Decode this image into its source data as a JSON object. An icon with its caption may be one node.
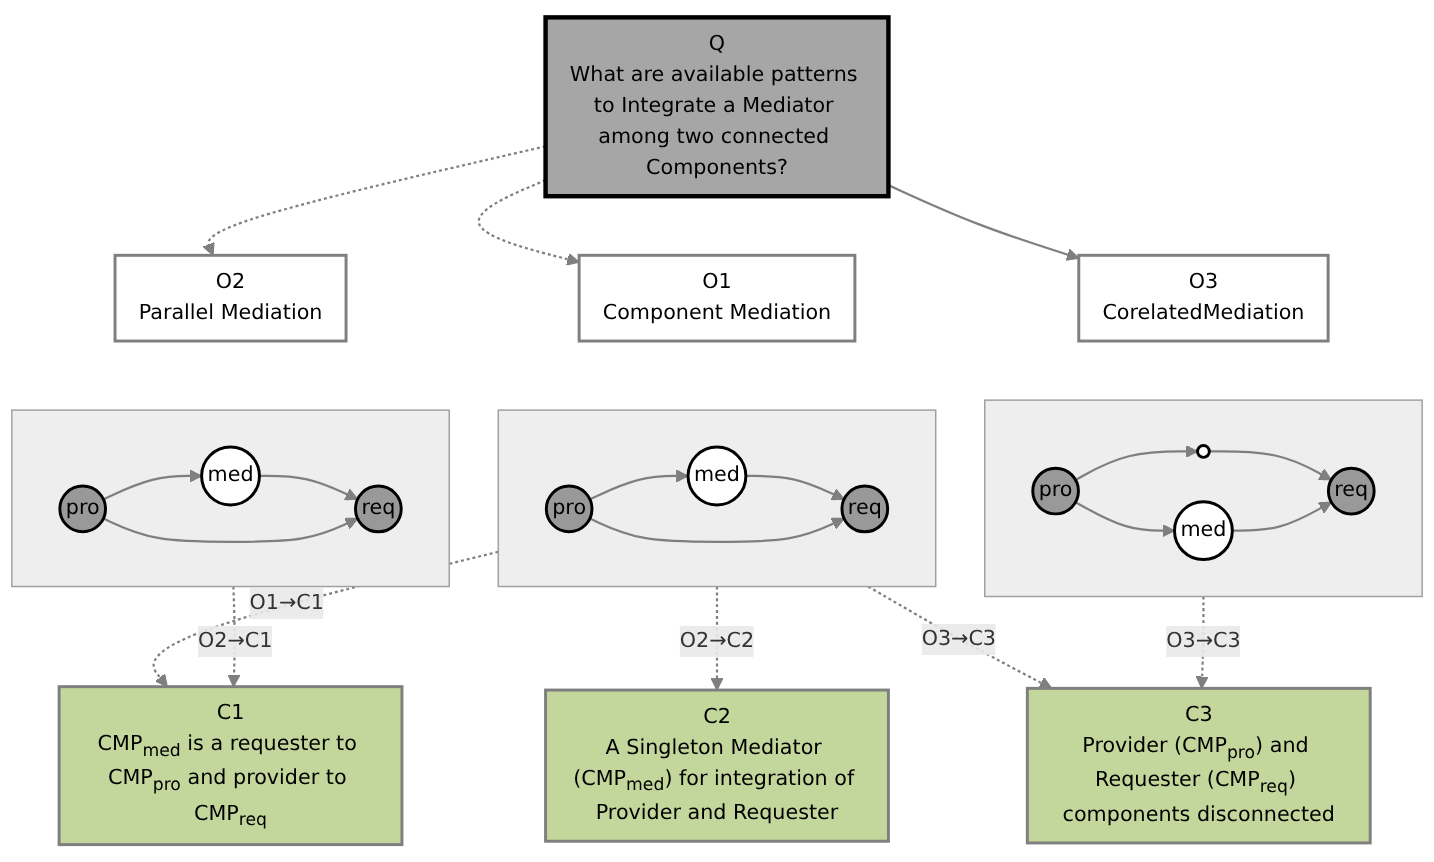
{
  "diagram": {
    "nodes": [
      {
        "text": [
          "Q",
          "What are available patterns to Integrate a Mediator among two connected Components?"
        ]
      },
      {
        "text": [
          "O1",
          "Component Mediation"
        ]
      },
      {
        "text": [],
        "shape": "box"
      },
      {
        "text": [
          "med"
        ],
        "in": 2
      },
      {
        "text": [
          "pro"
        ],
        "in": 2
      },
      {
        "text": [
          "req"
        ],
        "in": 2
      },
      {
        "text": [
          "O2",
          "Parallel Mediation"
        ]
      },
      {
        "text": [],
        "shape": "box"
      },
      {
        "text": [
          "med"
        ],
        "in": 7
      },
      {
        "text": [
          "pro"
        ],
        "in": 7
      },
      {
        "text": [
          "req"
        ],
        "in": 7
      },
      {
        "text": [
          "O3",
          "CorelatedMediation"
        ]
      },
      {
        "text": [],
        "shape": "box"
      },
      {
        "text": [
          "pro"
        ],
        "in": 12
      },
      {
        "text": [],
        "shape": "circle",
        "in": 12
      },
      {
        "text": [
          "med"
        ],
        "in": 12
      },
      {
        "text": [
          "req"
        ],
        "in": 12
      },
      {
        "text": [
          "C1",
          "CMP$_{med}$ is a requester to CMP$_{pro}$ and provider to CMP$_{req}$"
        ]
      },
      {
        "text": [
          "C2",
          "A Singleton Mediator (CMP$_{med}$) for integration of Provider and Requester"
        ]
      },
      {
        "text": [
          "C3",
          "Provider (CMP$_{pro}$) and Requester (CMP$_{req}$) components disconnected"
        ]
      }
    ],
    "edges": [
      {
        "from": 0,
        "to": 1,
        "arrow": "to",
        "style": "dashed"
      },
      {
        "from": 0,
        "to": 6,
        "arrow": "to",
        "style": "dashed"
      },
      {
        "from": 0,
        "to": 11,
        "arrow": "to"
      },
      {
        "from": 4,
        "to": 3,
        "arrow": "to"
      },
      {
        "from": 3,
        "to": 5,
        "arrow": "to"
      },
      {
        "from": 4,
        "to": 5,
        "arrow": "to"
      },
      {
        "from": 9,
        "to": 8,
        "arrow": "to"
      },
      {
        "from": 8,
        "to": 10,
        "arrow": "to"
      },
      {
        "from": 9,
        "to": 10,
        "arrow": "to"
      },
      {
        "from": 13,
        "to": 14,
        "arrow": "to"
      },
      {
        "from": 14,
        "to": 16,
        "arrow": "to"
      },
      {
        "from": 13,
        "to": 15,
        "arrow": "to"
      },
      {
        "from": 15,
        "to": 16,
        "arrow": "to"
      },
      {
        "from": 2,
        "to": 17,
        "label": "O1→C1",
        "arrow": "to",
        "style": "dashed"
      },
      {
        "from": 2,
        "to": 18,
        "label": "O2→C2",
        "arrow": "to",
        "style": "dashed"
      },
      {
        "from": 2,
        "to": 19,
        "label": "O3→C3",
        "arrow": "to",
        "style": "dashed"
      },
      {
        "from": 7,
        "to": 17,
        "label": "O2→C1",
        "arrow": "to",
        "style": "dashed"
      },
      {
        "from": 12,
        "to": 19,
        "label": "O3→C3",
        "arrow": "to",
        "style": "dashed"
      }
    ]
  }
}
